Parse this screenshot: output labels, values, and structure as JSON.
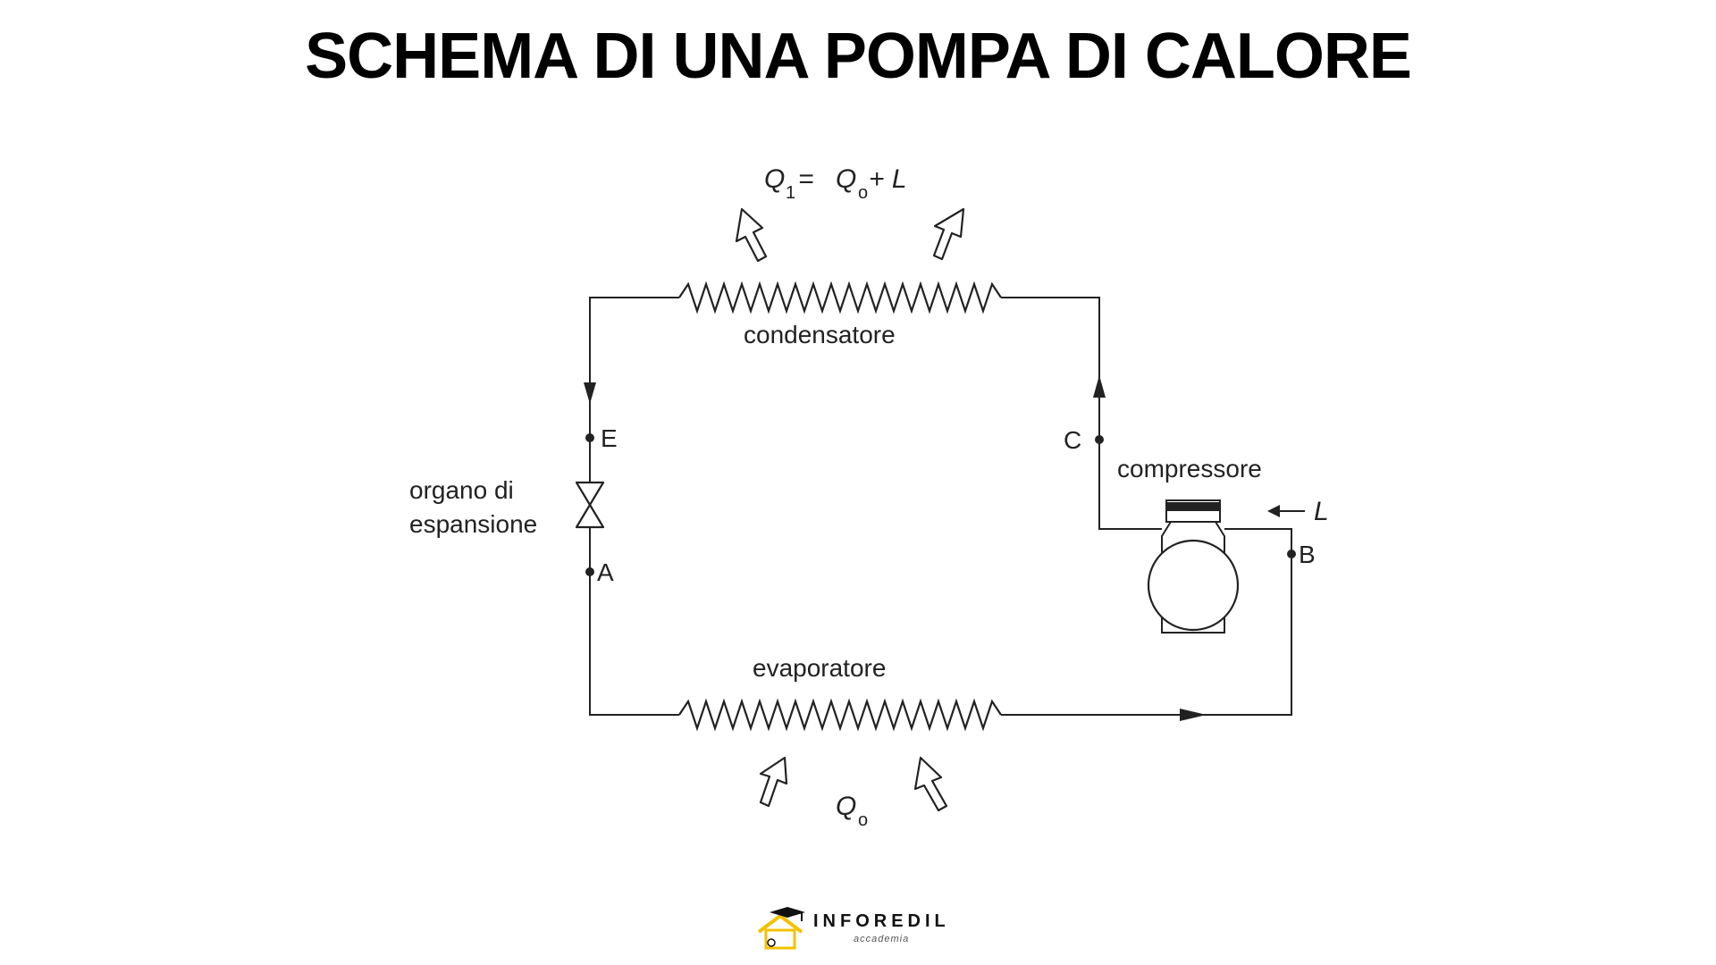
{
  "title": "SCHEMA DI UNA POMPA DI CALORE",
  "diagram": {
    "heat_out": {
      "q": "Q",
      "q_sub": "1",
      "eq": " = ",
      "q2": "Q",
      "q2_sub": "o",
      "plus": " + L"
    },
    "heat_in": {
      "q": "Q",
      "q_sub": "o"
    },
    "condenser_label": "condensatore",
    "evaporator_label": "evaporatore",
    "compressor_label": "compressore",
    "expansion_label_line1": "organo di",
    "expansion_label_line2": "espansione",
    "work_label": "L",
    "points": {
      "A": "A",
      "B": "B",
      "C": "C",
      "E": "E"
    }
  },
  "logo": {
    "name": "INFOREDIL",
    "subtitle": "accademia",
    "icon": "graduation-house-icon",
    "accent_color": "#f2c200"
  }
}
